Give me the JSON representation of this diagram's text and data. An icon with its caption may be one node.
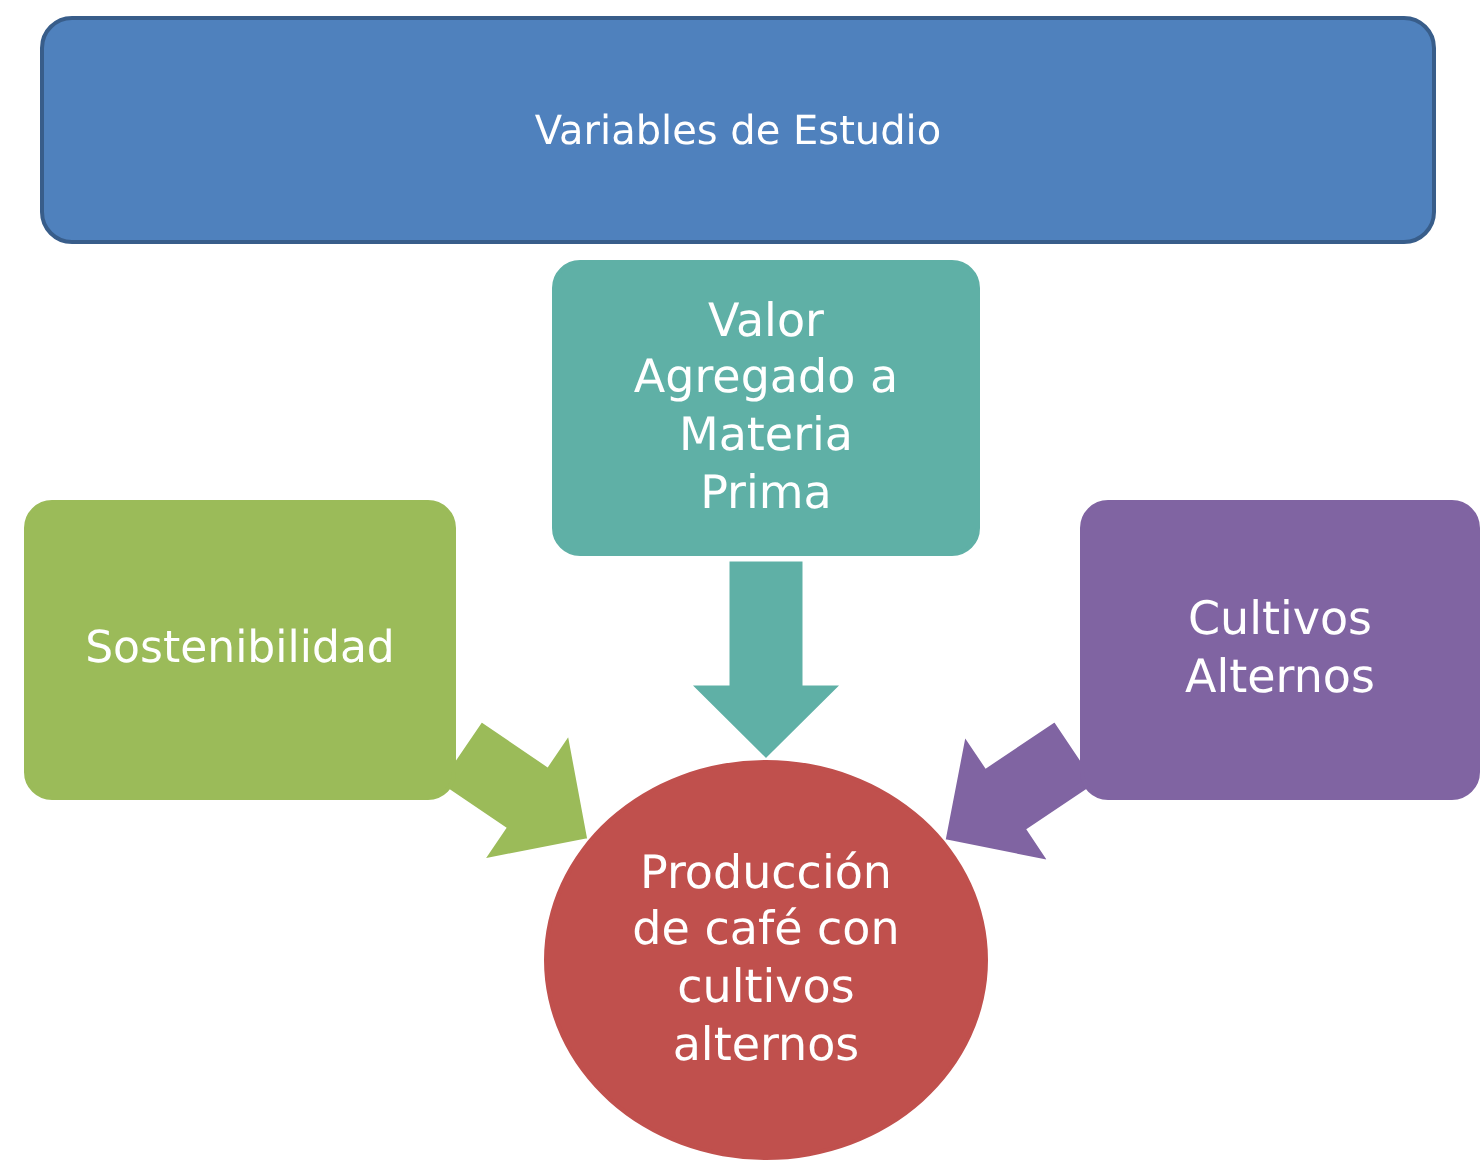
{
  "diagram": {
    "nodes": [
      {
        "text": [
          "Variables de Estudio"
        ]
      },
      {
        "text": [
          "Valor Agregado a Materia Prima"
        ]
      },
      {
        "text": [
          "Sostenibilidad"
        ]
      },
      {
        "text": [
          "Cultivos Alternos"
        ]
      },
      {
        "text": [
          "Producción de café con cultivos alternos"
        ]
      }
    ],
    "edges": [
      {
        "from": 1,
        "to": 4,
        "arrow": "to",
        "style": "thick",
        "color": "#5fb0a6"
      },
      {
        "from": 2,
        "to": 4,
        "arrow": "to",
        "style": "thick",
        "color": "#9bbb59"
      },
      {
        "from": 3,
        "to": 4,
        "arrow": "to",
        "style": "thick",
        "color": "#8064a2"
      }
    ]
  }
}
